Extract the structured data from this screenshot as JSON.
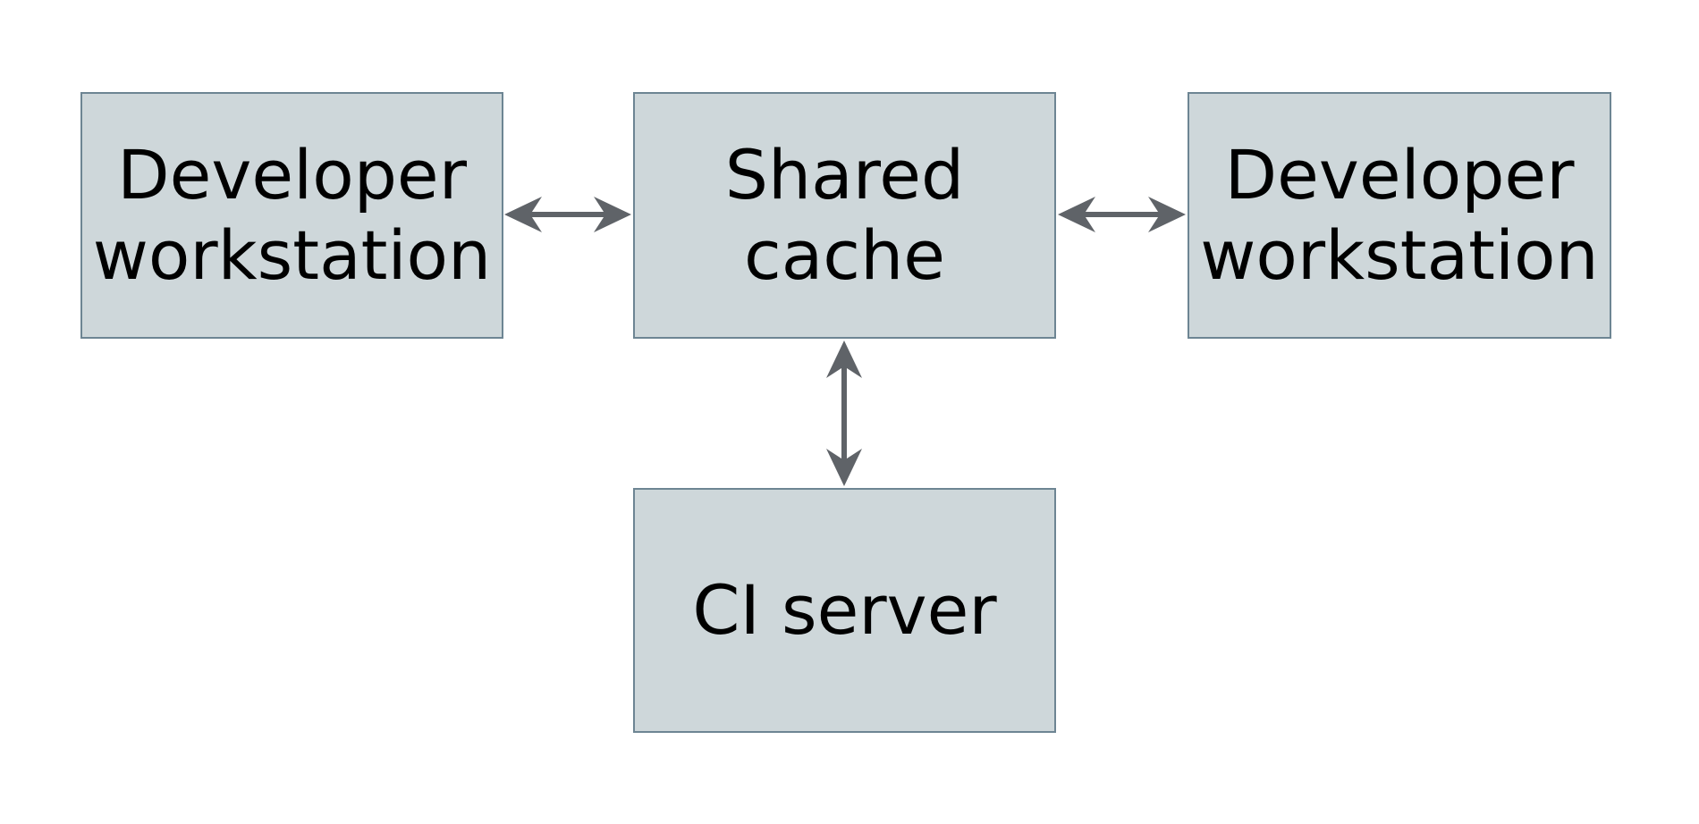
{
  "diagram": {
    "type": "architecture-diagram",
    "nodes": [
      {
        "id": "developer-workstation-left",
        "label": "Developer\nworkstation"
      },
      {
        "id": "shared-cache",
        "label": "Shared\ncache"
      },
      {
        "id": "developer-workstation-right",
        "label": "Developer\nworkstation"
      },
      {
        "id": "ci-server",
        "label": "CI server"
      }
    ],
    "edges": [
      {
        "from": "developer-workstation-left",
        "to": "shared-cache",
        "direction": "bidirectional"
      },
      {
        "from": "shared-cache",
        "to": "developer-workstation-right",
        "direction": "bidirectional"
      },
      {
        "from": "shared-cache",
        "to": "ci-server",
        "direction": "bidirectional"
      }
    ],
    "colors": {
      "background": "#ffffff",
      "node_fill": "#ced7da",
      "node_border": "#6d8593",
      "arrow": "#5f6368",
      "text": "#000000"
    }
  }
}
